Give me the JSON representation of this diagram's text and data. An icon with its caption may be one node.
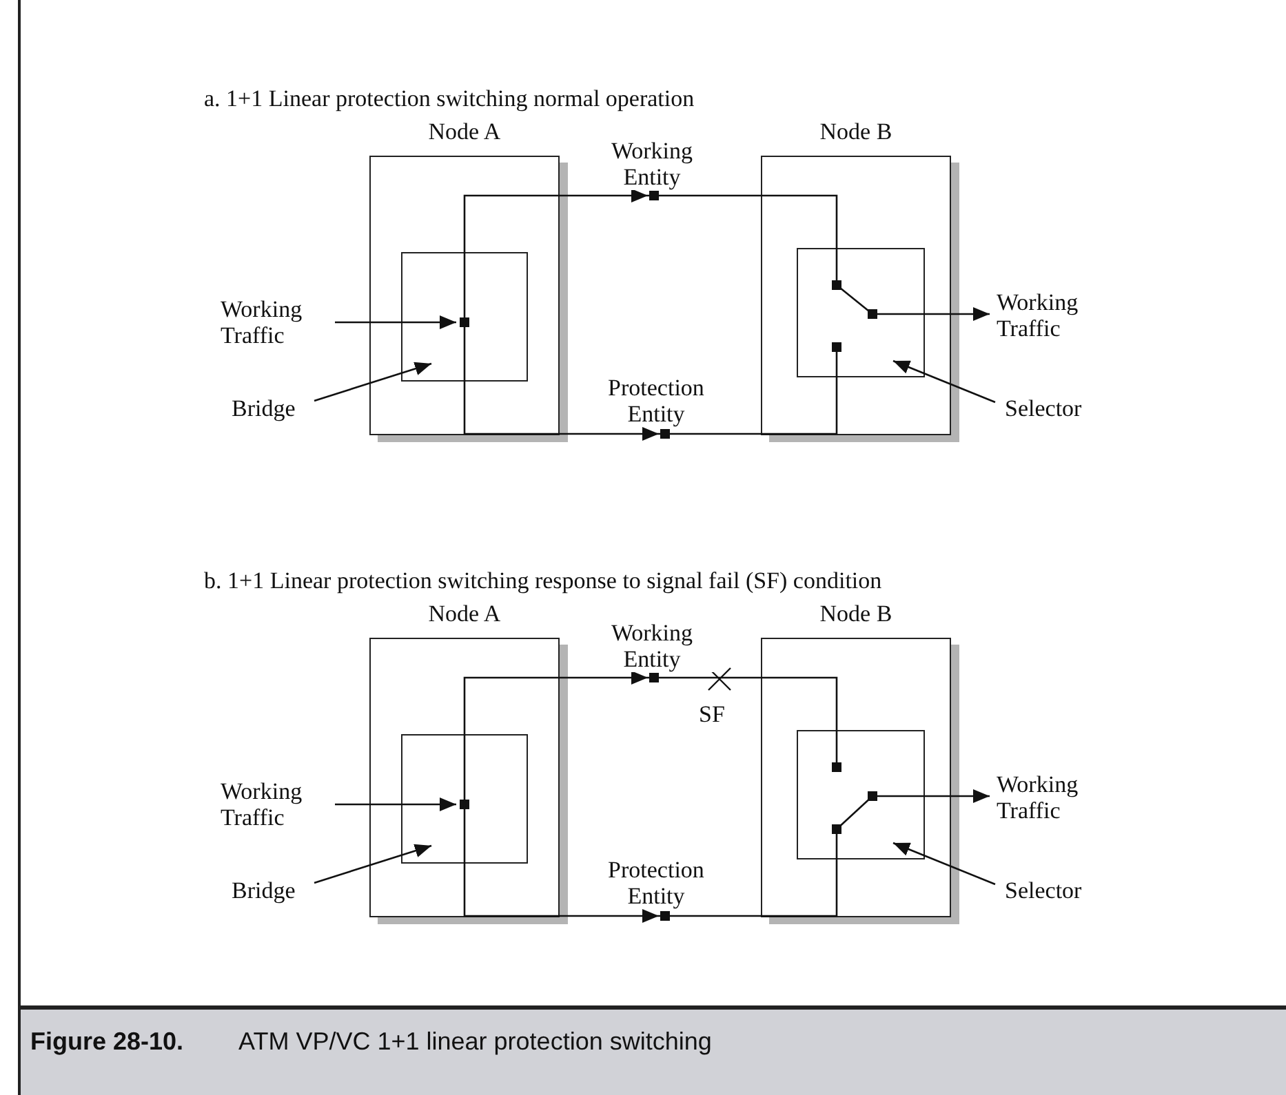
{
  "diagram": {
    "caption": "**Figure 28-10.** ATM VP/VC 1+1 linear protection switching",
    "nodes": [
      {
        "text": [
          "Node A"
        ]
      },
      {
        "text": [],
        "shape": "box",
        "in": 0
      },
      {
        "text": [
          "Node B"
        ]
      },
      {
        "text": [],
        "shape": "box",
        "in": 2
      },
      {
        "text": [
          "Working Traffic"
        ]
      },
      {
        "text": [
          "Working Traffic"
        ]
      },
      {
        "text": [
          "Bridge"
        ]
      },
      {
        "text": [
          "Selector"
        ]
      },
      {
        "text": [
          "Node A"
        ]
      },
      {
        "text": [],
        "shape": "box",
        "in": 8
      },
      {
        "text": [
          "Node B"
        ]
      },
      {
        "text": [],
        "shape": "box",
        "in": 10
      },
      {
        "text": [
          "Working Traffic"
        ]
      },
      {
        "text": [
          "Working Traffic"
        ]
      },
      {
        "text": [
          "Bridge"
        ]
      },
      {
        "text": [
          "Selector"
        ]
      }
    ],
    "edges": [
      {
        "from": 4,
        "to": 1,
        "arrow": "to"
      },
      {
        "from": 1,
        "to": 3,
        "arrow": "to",
        "label": "Working Entity"
      },
      {
        "from": 1,
        "to": 3,
        "arrow": "to",
        "label": "Protection Entity"
      },
      {
        "from": 3,
        "to": 5,
        "arrow": "to"
      },
      {
        "from": 6,
        "to": 1,
        "arrow": "to"
      },
      {
        "from": 7,
        "to": 3,
        "arrow": "to"
      },
      {
        "from": 12,
        "to": 9,
        "arrow": "to"
      },
      {
        "from": 9,
        "to": 11,
        "arrow": "to",
        "label": "Working Entity"
      },
      {
        "from": 9,
        "to": 11,
        "arrow": "to",
        "label": "Protection Entity"
      },
      {
        "from": 11,
        "to": 13,
        "arrow": "to"
      },
      {
        "from": 14,
        "to": 9,
        "arrow": "to"
      },
      {
        "from": 15,
        "to": 11,
        "arrow": "to"
      }
    ],
    "labels": [
      "a. 1+1 Linear protection switching normal operation",
      "b. 1+1 Linear protection switching response to signal fail (SF) condition",
      "SF"
    ]
  }
}
